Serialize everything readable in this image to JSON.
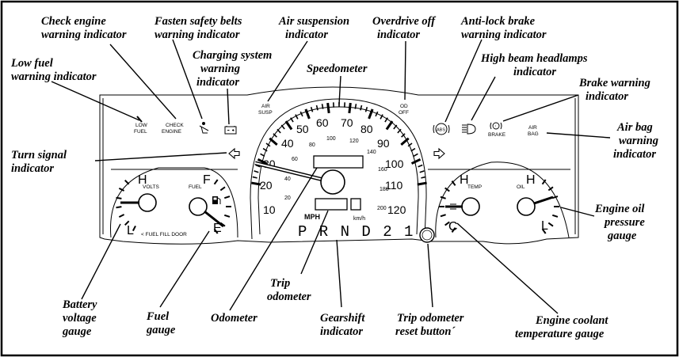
{
  "callouts": {
    "low_fuel": [
      "Low fuel",
      "warning indicator"
    ],
    "check_engine": [
      "Check engine",
      "warning indicator"
    ],
    "seat_belts": [
      "Fasten safety belts",
      "warning indicator"
    ],
    "charging": [
      "Charging system",
      "warning",
      "indicator"
    ],
    "air_susp": [
      "Air suspension",
      "indicator"
    ],
    "overdrive": [
      "Overdrive off",
      "indicator"
    ],
    "abs": [
      "Anti-lock brake",
      "warning indicator"
    ],
    "high_beam": [
      "High beam headlamps",
      "indicator"
    ],
    "brake": [
      "Brake warning",
      "indicator"
    ],
    "speedometer": [
      "Speedometer"
    ],
    "airbag": [
      "Air bag",
      "warning",
      "indicator"
    ],
    "turn_signal": [
      "Turn signal",
      "indicator"
    ],
    "engine_oil": [
      "Engine oil",
      "pressure",
      "gauge"
    ],
    "battery": [
      "Battery",
      "voltage",
      "gauge"
    ],
    "fuel_gauge": [
      "Fuel",
      "gauge"
    ],
    "odometer": [
      "Odometer"
    ],
    "trip_odometer": [
      "Trip",
      "odometer"
    ],
    "gearshift": [
      "Gearshift",
      "indicator"
    ],
    "trip_reset": [
      "Trip odometer",
      "reset button´"
    ],
    "coolant": [
      "Engine coolant",
      "temperature gauge"
    ]
  },
  "panel_labels": {
    "low_fuel": [
      "LOW",
      "FUEL"
    ],
    "check_engine": [
      "CHECK",
      "ENGINE"
    ],
    "air_susp": [
      "AIR",
      "SUSP"
    ],
    "od_off": [
      "OD",
      "OFF"
    ],
    "abs": "ABS",
    "brake": "BRAKE",
    "air_bag": [
      "AIR",
      "BAG"
    ],
    "volts": "VOLTS",
    "fuel": "FUEL",
    "temp": "TEMP",
    "oil": "OIL",
    "fuel_fill_door": "< FUEL FILL DOOR",
    "mph": "MPH",
    "kmh": "km/h",
    "gear_sequence": "P R N D 2 1"
  },
  "gauge_letters": {
    "battery_high": "H",
    "battery_low": "L",
    "fuel_full": "F",
    "fuel_empty": "E",
    "temp_hot": "H",
    "temp_cold": "C",
    "oil_high": "H",
    "oil_low": "L"
  },
  "mph_scale": [
    "10",
    "20",
    "30",
    "40",
    "50",
    "60",
    "70",
    "80",
    "90",
    "100",
    "110",
    "120"
  ],
  "kmh_scale": [
    "20",
    "40",
    "60",
    "80",
    "100",
    "120",
    "140",
    "160",
    "180",
    "200"
  ],
  "icons": {
    "seat_belt": "seatbelt-icon",
    "battery": "battery-icon",
    "turn_left": "turn-left-arrow-icon",
    "turn_right": "turn-right-arrow-icon",
    "high_beam": "high-beam-icon",
    "brake": "brake-icon",
    "fuel_pump": "fuel-pump-icon"
  }
}
